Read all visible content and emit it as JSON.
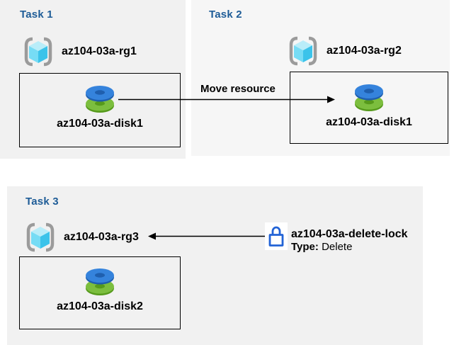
{
  "tasks": [
    {
      "title": "Task 1",
      "resource_group": "az104-03a-rg1",
      "resource": "az104-03a-disk1"
    },
    {
      "title": "Task 2",
      "resource_group": "az104-03a-rg2",
      "resource": "az104-03a-disk1"
    },
    {
      "title": "Task 3",
      "resource_group": "az104-03a-rg3",
      "resource": "az104-03a-disk2"
    }
  ],
  "move_arrow": {
    "label": "Move resource",
    "from": "az104-03a-disk1 (az104-03a-rg1)",
    "to": "az104-03a-rg2"
  },
  "lock": {
    "name": "az104-03a-delete-lock",
    "type_label": "Type:",
    "type_value": " Delete",
    "target": "az104-03a-rg3"
  },
  "icons": {
    "resource_group": "resource-group-icon",
    "disk": "managed-disk-icon",
    "lock": "delete-lock-icon"
  },
  "colors": {
    "title_blue": "#1E5C97",
    "panel_bg": "#F1F1F1",
    "panel_light_bg": "#F6F6F6",
    "ink": "#000000",
    "lock_blue": "#2263D6",
    "disk_blue": "#3583DC",
    "disk_green": "#7CBE3E",
    "cube_cyan": "#3BC3EA",
    "bracket_gray": "#9B9B9B"
  }
}
